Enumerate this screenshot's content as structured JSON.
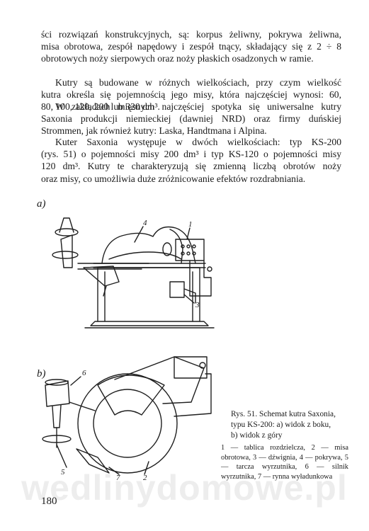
{
  "text": {
    "p1": [
      "ści rozwiązań konstrukcyjnych, są: korpus żeliwny, pokrywa żeliwna,",
      "misa obrotowa, zespół napędowy i zespół tnący, składający się z 2 ÷ 8",
      "obrotowych noży sierpowych oraz noży płaskich osadzonych w ramie."
    ],
    "p2": [
      "Kutry są budowane w różnych wielkościach, przy czym wielkość",
      "kutra określa się pojemnością jego misy, która najczęściej wynosi: 60,",
      "80, 100, 120, 200 lub 320 dm³."
    ],
    "p3": [
      "W zakładach mięsnych najczęściej spotyka się uniwersalne kutry",
      "Saxonia produkcji niemieckiej (dawniej NRD) oraz firmy duńskiej",
      "Strommen, jak również kutry: Laska, Handtmana i Alpina."
    ],
    "p4": [
      "Kuter Saxonia występuje w dwóch wielkościach: typ KS-200",
      "(rys. 51) o pojemności misy 200 dm³ i typ KS-120 o pojemności misy",
      "120 dm³. Kutry te charakteryzują się zmienną liczbą obrotów noży",
      "oraz misy, co umożliwia duże zróżnicowanie efektów rozdrabniania."
    ]
  },
  "figure": {
    "label_a": "a)",
    "label_b": "b)",
    "numbers": {
      "n1": "1",
      "n2": "2",
      "n3": "3",
      "n4": "4",
      "n5": "5",
      "n6": "6",
      "n7": "7"
    }
  },
  "caption": {
    "title": "Rys. 51. Schemat kutra Saxonia,",
    "line2": "typu KS-200: a) widok z boku,",
    "line3": "b) widok z góry",
    "legend": "1 — tablica rozdzielcza, 2 — misa obrotowa, 3 — dźwignia, 4 — pokrywa, 5 — tarcza wyrzutnika, 6 — silnik wyrzutnika, 7 — rynna wyładunkowa"
  },
  "page_number": "180",
  "watermark": "wedlinydomowe.pl"
}
